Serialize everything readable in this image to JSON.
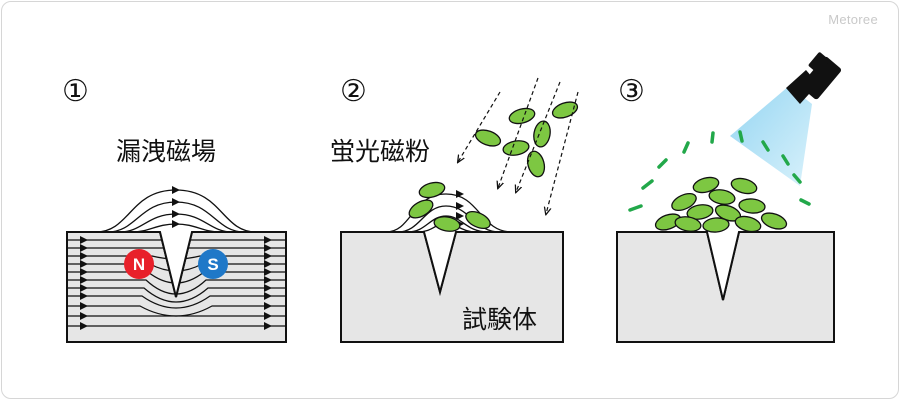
{
  "brand": "Metoree",
  "panels": [
    {
      "number": "①",
      "label": "漏洩磁場",
      "pole_n": "N",
      "pole_s": "S"
    },
    {
      "number": "②",
      "label": "蛍光磁粉",
      "specimen_label": "試験体"
    },
    {
      "number": "③"
    }
  ],
  "colors": {
    "specimen": "#e6e6e6",
    "particle": "#7dc742",
    "pole_n": "#e8202a",
    "pole_s": "#1f78c8",
    "uv_light": "#9bd8f3",
    "glow": "#22a84a"
  }
}
